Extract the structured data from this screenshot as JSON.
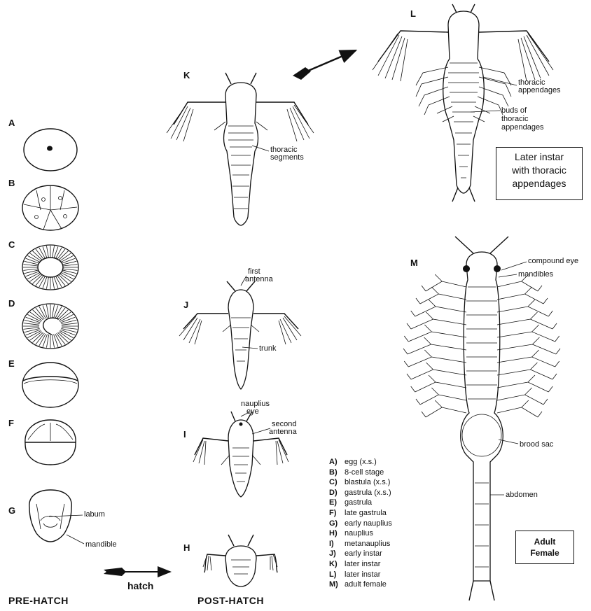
{
  "stage_letters": {
    "a": "A",
    "b": "B",
    "c": "C",
    "d": "D",
    "e": "E",
    "f": "F",
    "g": "G",
    "h": "H",
    "i": "I",
    "j": "J",
    "k": "K",
    "l": "L",
    "m": "M"
  },
  "labels": {
    "labum": "labum",
    "mandible": "mandible",
    "hatch": "hatch",
    "nauplius_eye_1": "nauplius",
    "nauplius_eye_2": "eye",
    "second_antenna_1": "second",
    "second_antenna_2": "antenna",
    "first_antenna_1": "first",
    "first_antenna_2": "antenna",
    "trunk": "trunk",
    "thoracic_segments_1": "thoracic",
    "thoracic_segments_2": "segments",
    "thoracic_appendages_1": "thoracic",
    "thoracic_appendages_2": "appendages",
    "buds_1": "buds of",
    "buds_2": "thoracic",
    "buds_3": "appendages",
    "compound_eye": "compound eye",
    "mandibles": "mandibles",
    "brood_sac": "brood sac",
    "abdomen": "abdomen"
  },
  "captions": {
    "pre_hatch": "PRE-HATCH",
    "post_hatch": "POST-HATCH"
  },
  "later_instar_box": {
    "line1": "Later instar",
    "line2": "with thoracic",
    "line3": "appendages"
  },
  "adult_box": {
    "line1": "Adult",
    "line2": "Female"
  },
  "legend": [
    {
      "key": "A)",
      "text": "egg (x.s.)"
    },
    {
      "key": "B)",
      "text": "8-cell stage"
    },
    {
      "key": "C)",
      "text": "blastula (x.s.)"
    },
    {
      "key": "D)",
      "text": "gastrula (x.s.)"
    },
    {
      "key": "E)",
      "text": "gastrula"
    },
    {
      "key": "F)",
      "text": "late gastrula"
    },
    {
      "key": "G)",
      "text": "early nauplius"
    },
    {
      "key": "H)",
      "text": "nauplius"
    },
    {
      "key": "I)",
      "text": "metanauplius"
    },
    {
      "key": "J)",
      "text": "early instar"
    },
    {
      "key": "K)",
      "text": "later instar"
    },
    {
      "key": "L)",
      "text": "later instar"
    },
    {
      "key": "M)",
      "text": "adult female"
    }
  ]
}
